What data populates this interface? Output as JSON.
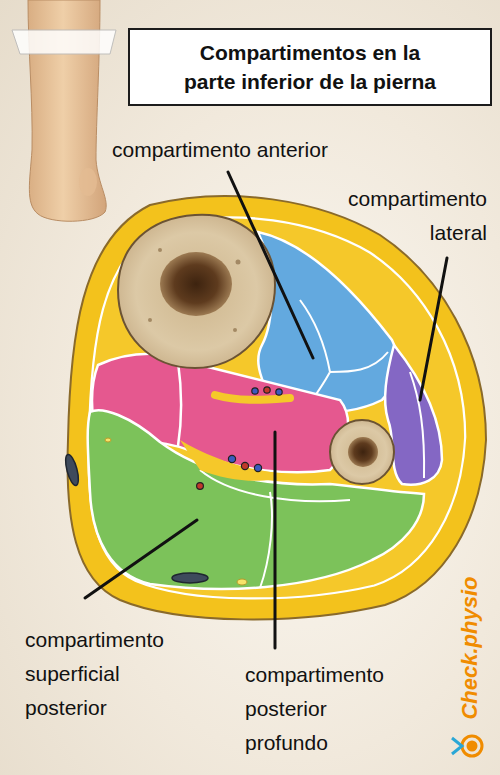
{
  "diagram": {
    "title": "Compartimentos en la parte inferior de la pierna",
    "labels": [
      "compartimento anterior",
      "compartimento lateral",
      "compartimento superficial posterior",
      "compartimento posterior profundo",
      "Check.physio"
    ]
  }
}
